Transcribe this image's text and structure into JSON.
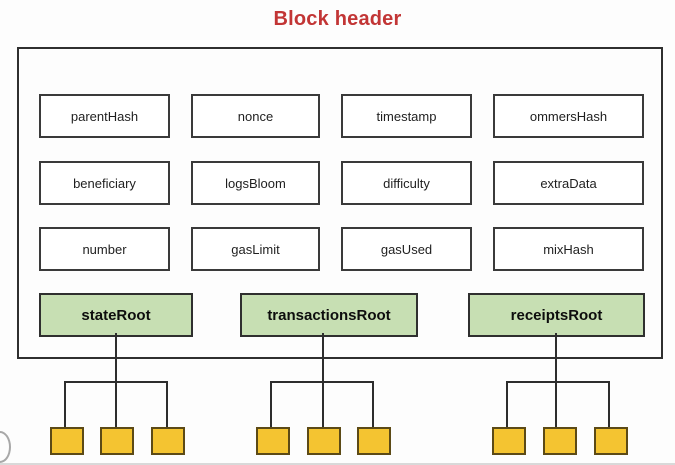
{
  "title": "Block header",
  "colors": {
    "title_text": "#c23535",
    "box_border": "#2f2f2f",
    "root_fill": "#c7dfb3",
    "leaf_fill": "#f4c431",
    "leaf_border": "#5c4a16",
    "line": "#2d2d2d",
    "background": "#fdfdfd"
  },
  "header_fields": {
    "rows": [
      [
        "parentHash",
        "nonce",
        "timestamp",
        "ommersHash"
      ],
      [
        "beneficiary",
        "logsBloom",
        "difficulty",
        "extraData"
      ],
      [
        "number",
        "gasLimit",
        "gasUsed",
        "mixHash"
      ]
    ]
  },
  "root_fields": [
    {
      "label": "stateRoot",
      "children": 3
    },
    {
      "label": "transactionsRoot",
      "children": 3
    },
    {
      "label": "receiptsRoot",
      "children": 3
    }
  ]
}
